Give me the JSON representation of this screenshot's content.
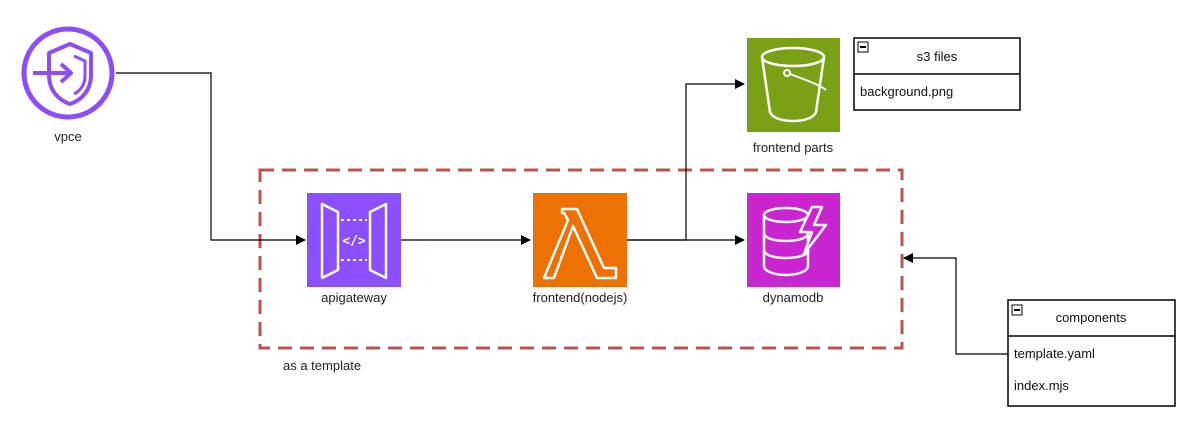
{
  "nodes": {
    "vpce": {
      "label": "vpce",
      "icon": "vpc-endpoint-icon",
      "color": "#8C4FFF"
    },
    "apigateway": {
      "label": "apigateway",
      "icon": "api-gateway-icon",
      "color": "#8C4FFF"
    },
    "frontend": {
      "label": "frontend(nodejs)",
      "icon": "lambda-icon",
      "color": "#ED7100"
    },
    "dynamodb": {
      "label": "dynamodb",
      "icon": "dynamodb-icon",
      "color": "#C925D1"
    },
    "s3": {
      "label": "frontend parts",
      "icon": "s3-bucket-icon",
      "color": "#7AA116"
    }
  },
  "group": {
    "label": "as a template",
    "border_color": "#B85450"
  },
  "tables": {
    "s3_files": {
      "title": "s3 files",
      "rows": [
        "background.png"
      ]
    },
    "components": {
      "title": "components",
      "rows": [
        "template.yaml",
        "index.mjs"
      ]
    }
  }
}
